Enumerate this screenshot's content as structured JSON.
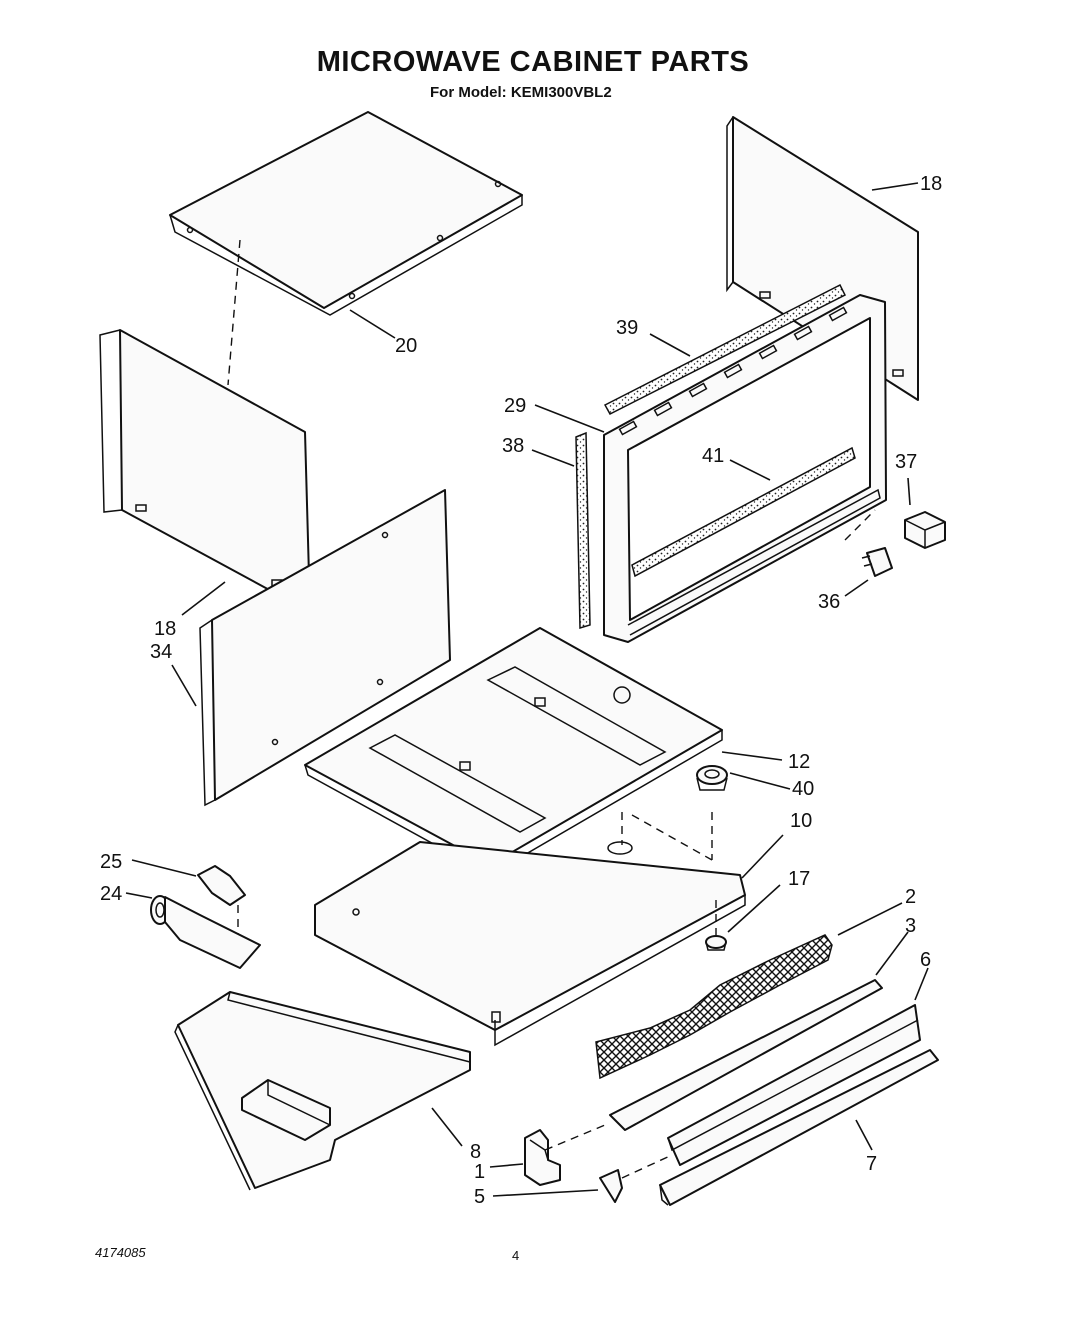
{
  "title": "MICROWAVE CABINET PARTS",
  "subtitle": "For Model: KEMI300VBL2",
  "footer_code": "4174085",
  "page_number": "4",
  "callouts": {
    "p18_top": "18",
    "p20": "20",
    "p39": "39",
    "p29": "29",
    "p38": "38",
    "p41": "41",
    "p37": "37",
    "p36": "36",
    "p18_left": "18",
    "p34": "34",
    "p12": "12",
    "p40": "40",
    "p10": "10",
    "p25": "25",
    "p24": "24",
    "p17": "17",
    "p2": "2",
    "p3": "3",
    "p6": "6",
    "p8": "8",
    "p1": "1",
    "p5": "5",
    "p7": "7"
  }
}
